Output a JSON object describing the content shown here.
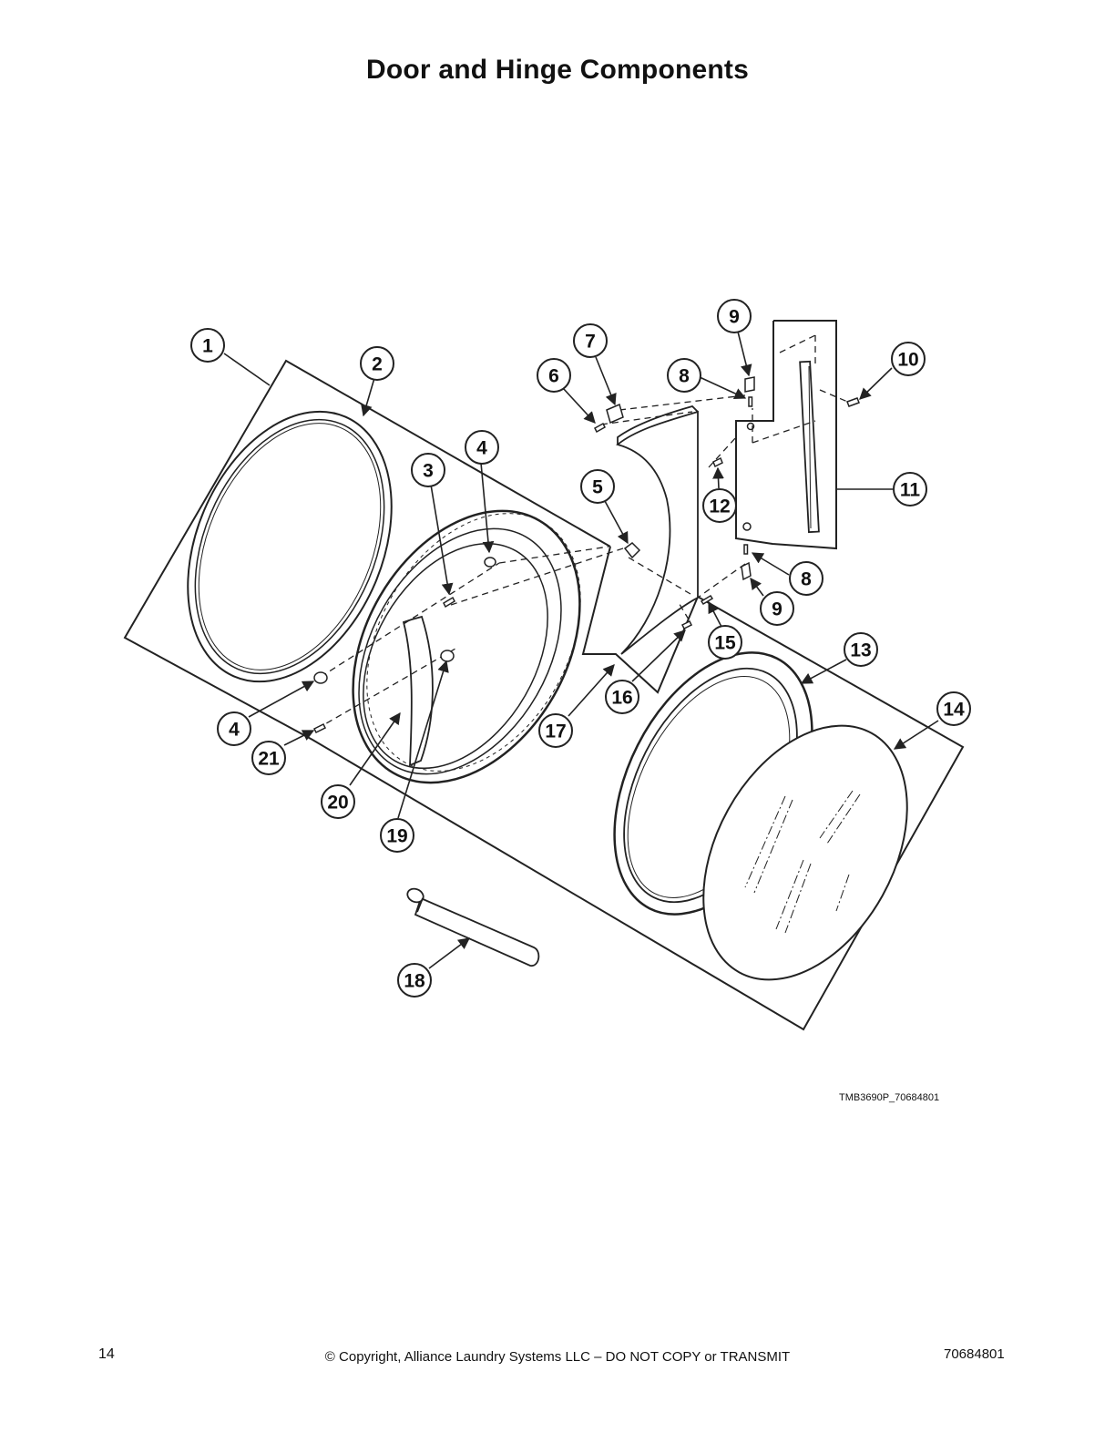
{
  "page": {
    "title": "Door and Hinge Components",
    "figure_code": "TMB3690P_70684801",
    "page_number": "14",
    "copyright": "© Copyright, Alliance Laundry Systems LLC – DO NOT COPY or TRANSMIT",
    "document_number": "70684801"
  },
  "callouts": [
    "1",
    "2",
    "3",
    "4",
    "5",
    "6",
    "7",
    "8",
    "9",
    "10",
    "11",
    "12",
    "13",
    "14",
    "15",
    "16",
    "17",
    "18",
    "19",
    "20",
    "21",
    "4",
    "8",
    "9"
  ]
}
